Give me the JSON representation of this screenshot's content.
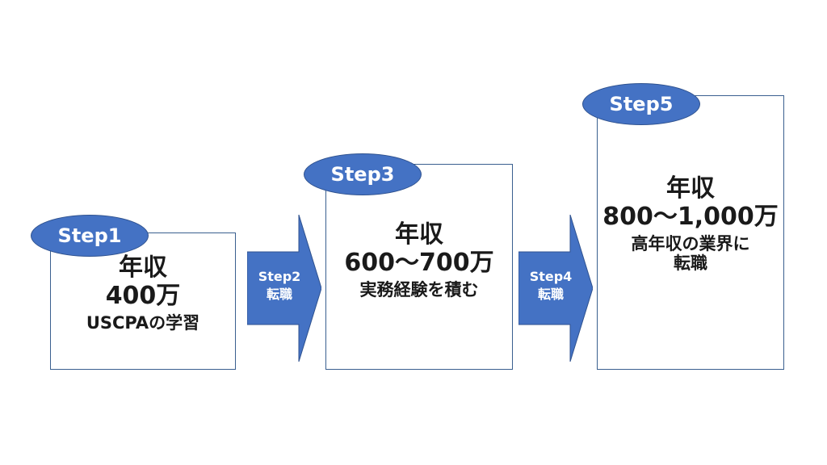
{
  "colors": {
    "accent": "#4472c4",
    "border": "#3a5f8f",
    "badge_border": "#2f528f"
  },
  "steps": [
    {
      "badge": "Step1",
      "lines": [
        "年収",
        "400万",
        "USCPAの学習"
      ]
    },
    {
      "badge": "Step3",
      "lines": [
        "年収",
        "600〜700万",
        "実務経験を積む"
      ]
    },
    {
      "badge": "Step5",
      "lines": [
        "年収",
        "800〜1,000万",
        "高年収の業界に",
        "転職"
      ]
    }
  ],
  "arrows": [
    {
      "step": "Step2",
      "action": "転職"
    },
    {
      "step": "Step4",
      "action": "転職"
    }
  ]
}
